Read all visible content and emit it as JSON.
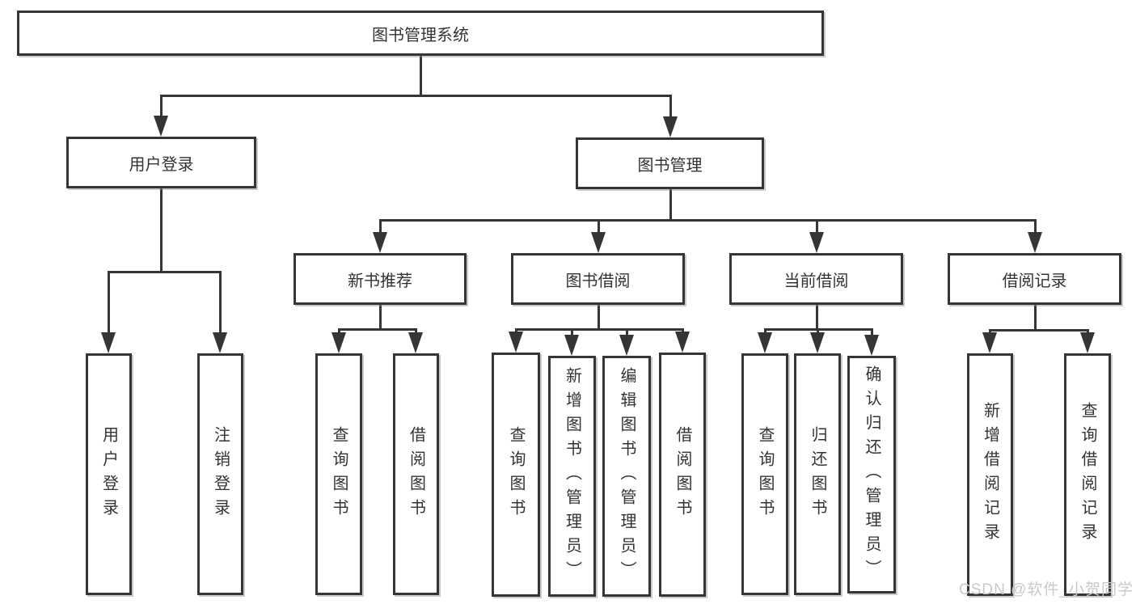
{
  "tree": {
    "root": "图书管理系统",
    "branches": [
      {
        "label": "用户登录",
        "children": [
          "用户登录",
          "注销登录"
        ]
      },
      {
        "label": "图书管理",
        "children": [
          {
            "label": "新书推荐",
            "children": [
              "查询图书",
              "借阅图书"
            ]
          },
          {
            "label": "图书借阅",
            "children": [
              "查询图书",
              "新增图书（管理员）",
              "编辑图书（管理员）",
              "借阅图书"
            ]
          },
          {
            "label": "当前借阅",
            "children": [
              "查询图书",
              "归还图书",
              "确认归还（管理员）"
            ]
          },
          {
            "label": "借阅记录",
            "children": [
              "新增借阅记录",
              "查询借阅记录"
            ]
          }
        ]
      }
    ]
  },
  "watermark": "CSDN @软件_小贺同学",
  "colors": {
    "box_border": "#353535",
    "connector": "#353535",
    "text": "#333333",
    "watermark_text": "#c9c9cc",
    "background": "#ffffff"
  }
}
